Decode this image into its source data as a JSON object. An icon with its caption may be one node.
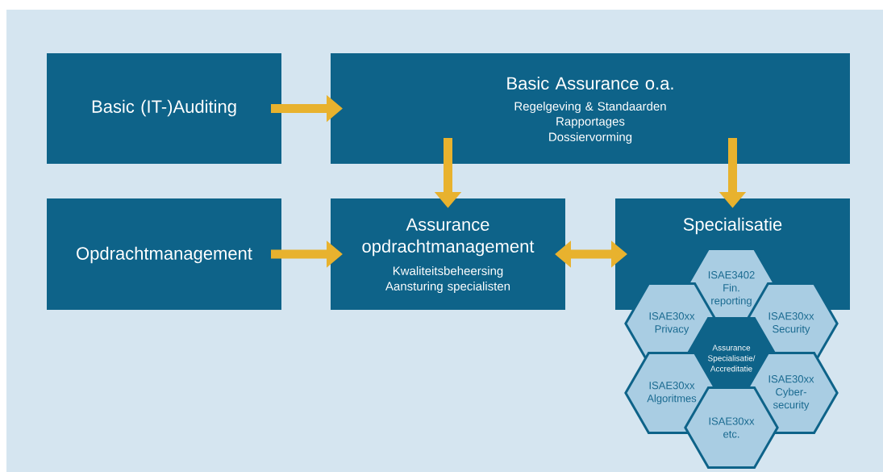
{
  "diagram": {
    "nodes": [
      {
        "text": [
          "Basic (IT-)Auditing"
        ]
      },
      {
        "text": [
          "Basic Assurance o.a.",
          "Regelgeving & Standaarden",
          "Rapportages",
          "Dossiervorming"
        ]
      },
      {
        "text": [
          "Opdrachtmanagement"
        ]
      },
      {
        "text": [
          "Assurance opdrachtmanagement",
          "Kwaliteitsbeheersing",
          "Aansturing specialisten"
        ]
      },
      {
        "text": [
          "Specialisatie"
        ]
      },
      {
        "text": [
          "ISAE3402 Fin. reporting"
        ]
      },
      {
        "text": [
          "ISAE30xx Privacy"
        ]
      },
      {
        "text": [
          "ISAE30xx Security"
        ]
      },
      {
        "text": [
          "Assurance Specialisatie/ Accreditatie"
        ]
      },
      {
        "text": [
          "ISAE30xx Algoritmes"
        ]
      },
      {
        "text": [
          "ISAE30xx Cyber- security"
        ]
      },
      {
        "text": [
          "ISAE30xx etc."
        ]
      }
    ],
    "edges": [
      {
        "from": 0,
        "to": 1,
        "arrow": "to"
      },
      {
        "from": 1,
        "to": 3,
        "arrow": "to"
      },
      {
        "from": 1,
        "to": 4,
        "arrow": "to"
      },
      {
        "from": 2,
        "to": 3,
        "arrow": "to"
      },
      {
        "from": 3,
        "to": 4,
        "arrow": "both"
      }
    ]
  }
}
